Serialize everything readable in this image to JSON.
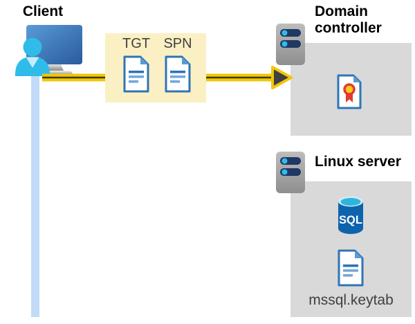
{
  "client": {
    "label": "Client"
  },
  "tickets": {
    "tgt": "TGT",
    "spn": "SPN"
  },
  "domain_controller": {
    "title": "Domain controller"
  },
  "linux_server": {
    "title": "Linux server",
    "database_label": "SQL",
    "keytab_label": "mssql.keytab"
  },
  "colors": {
    "arrow_gold": "#F0C60A",
    "arrow_stripe": "#3D3D00",
    "arrow_head_fill": "#404040",
    "client_line_blue": "#C1DBF8",
    "ticket_box_yellow": "#FAF0C4",
    "server_box_gray": "#D9D9D9",
    "document_blue": "#2E75B6",
    "accent_cyan": "#30BCE8",
    "server_slot_navy": "#1F3864",
    "sql_body_blue": "#0E63AD",
    "certificate_red": "#E03C31",
    "certificate_gold": "#FFC81E"
  }
}
